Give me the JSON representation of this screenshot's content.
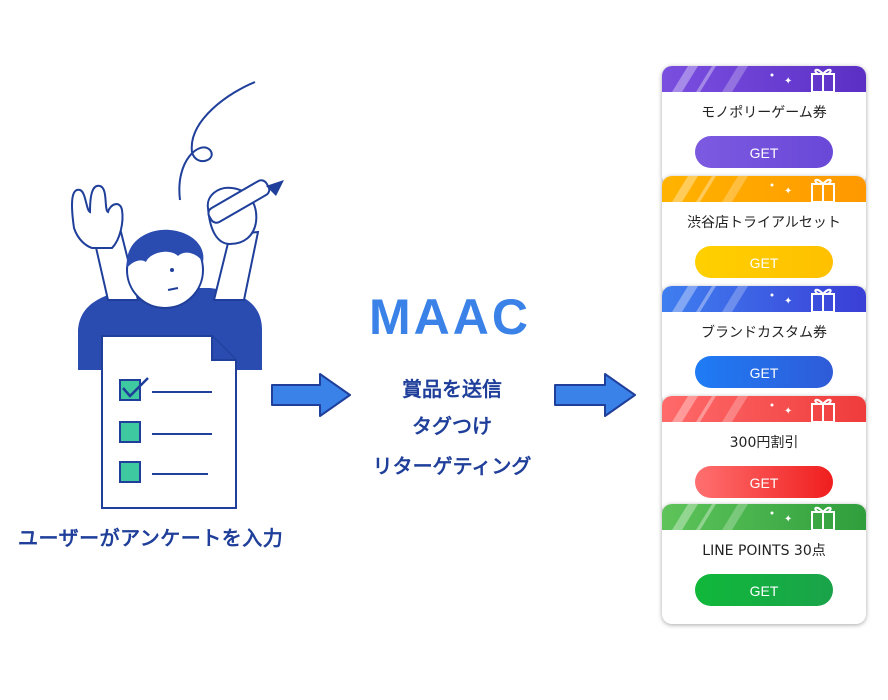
{
  "left": {
    "caption": "ユーザーがアンケートを入力"
  },
  "center": {
    "brand": "MAAC",
    "features": [
      "賞品を送信",
      "タグつけ",
      "リターゲティング"
    ]
  },
  "coupons": [
    {
      "name": "モノポリーゲーム券",
      "button": "GET",
      "band": [
        "#7a4fe0",
        "#5b2fc4"
      ],
      "btn": [
        "#7c5ae0",
        "#6a48d8"
      ]
    },
    {
      "name": "渋谷店トライアルセット",
      "button": "GET",
      "band": [
        "#ffb300",
        "#ff9800"
      ],
      "btn": [
        "#ffd000",
        "#ffc000"
      ]
    },
    {
      "name": "ブランドカスタム券",
      "button": "GET",
      "band": [
        "#3f7ff0",
        "#3a3ed6"
      ],
      "btn": [
        "#1e7cf5",
        "#2f5bd8"
      ]
    },
    {
      "name": "300円割引",
      "button": "GET",
      "band": [
        "#ff6a6a",
        "#ef3b3b"
      ],
      "btn": [
        "#ff7070",
        "#f01e1e"
      ]
    },
    {
      "name": "LINE POINTS 30点",
      "button": "GET",
      "band": [
        "#5ec45a",
        "#2f9e3c"
      ],
      "btn": [
        "#10b83a",
        "#1aa34a"
      ]
    }
  ]
}
